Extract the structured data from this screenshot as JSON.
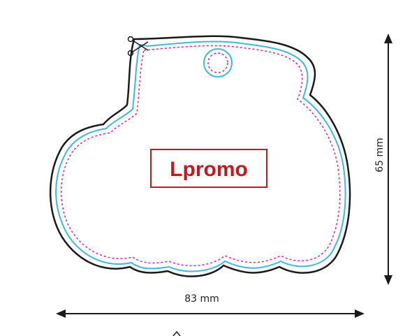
{
  "logo": {
    "text": "Lpromo",
    "color": "#c41a1f"
  },
  "dimensions": {
    "width_label": "83 mm",
    "height_label": "65 mm"
  },
  "colors": {
    "cut_line": "#1a1a1a",
    "safe_line": "#3fb7e0",
    "bleed_line": "#e0219b",
    "arrow": "#1a1a1a"
  },
  "icons": {
    "cut_marker": "scissors-icon",
    "hanging_hole": "hole-icon"
  }
}
